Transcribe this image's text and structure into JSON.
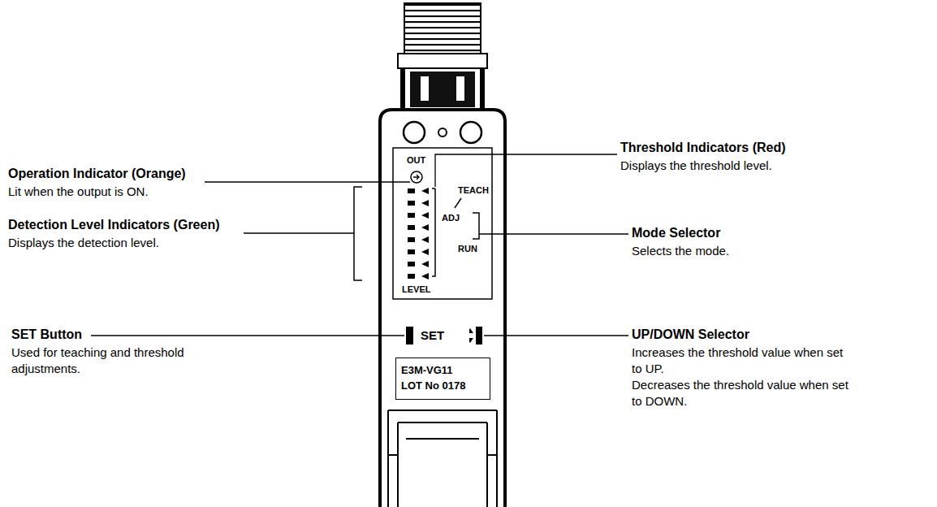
{
  "diagram": {
    "nodes": [
      {
        "text": [
          "SET"
        ]
      },
      {
        "text": [
          "E3M-VG11",
          "LOT No 0178"
        ]
      }
    ],
    "labels": [
      "Operation Indicator (Orange)",
      "Lit when the output is ON.",
      "Detection Level Indicators (Green)",
      "Displays the detection level.",
      "SET Button",
      "Used for teaching and threshold adjustments.",
      "Threshold Indicators (Red)",
      "Displays the threshold level.",
      "Mode Selector",
      "Selects the mode.",
      "UP/DOWN Selector",
      "Increases the threshold value when set to UP.",
      "Decreases the threshold value when set to DOWN.",
      "OUT",
      "TEACH",
      "ADJ",
      "RUN",
      "LEVEL"
    ]
  }
}
